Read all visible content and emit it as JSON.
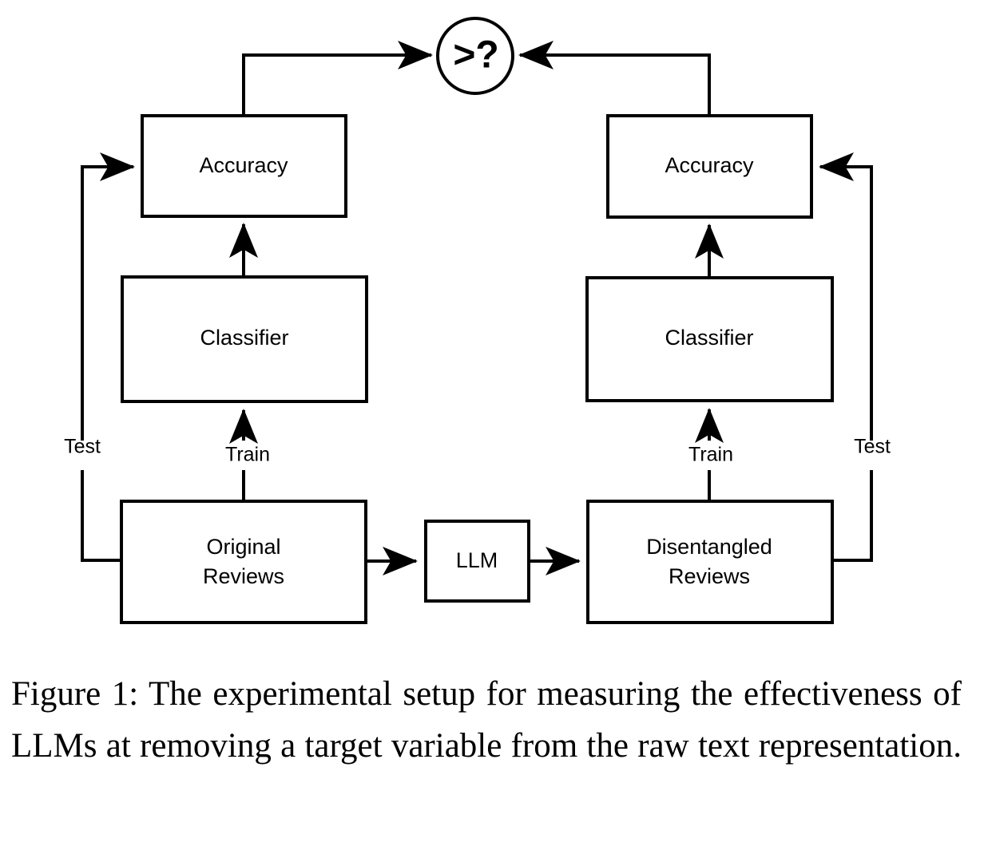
{
  "figure": {
    "caption": "Figure 1: The experimental setup for measuring the effectiveness of LLMs at removing a target variable from the raw text representation.",
    "caption_label": "Figure 1:",
    "background_color": "#ffffff",
    "stroke_color": "#000000"
  },
  "diagram": {
    "type": "flowchart",
    "comparison_node": {
      "label": ">?",
      "shape": "circle"
    },
    "left_branch": {
      "name": "original-pipeline",
      "accuracy_box": "Accuracy",
      "classifier_box": "Classifier",
      "data_box_line1": "Original",
      "data_box_line2": "Reviews",
      "train_edge_label": "Train",
      "test_edge_label": "Test"
    },
    "right_branch": {
      "name": "disentangled-pipeline",
      "accuracy_box": "Accuracy",
      "classifier_box": "Classifier",
      "data_box_line1": "Disentangled",
      "data_box_line2": "Reviews",
      "train_edge_label": "Train",
      "test_edge_label": "Test"
    },
    "transform_node": {
      "label": "LLM"
    }
  }
}
